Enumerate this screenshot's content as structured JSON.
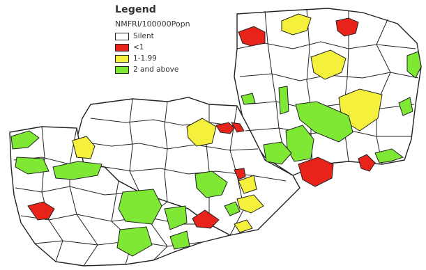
{
  "legend": {
    "title": "Legend",
    "subtitle": "NMFRI/100000Popn",
    "items": [
      {
        "label": "Silent",
        "color": "#ffffff"
      },
      {
        "label": "<1",
        "color": "#e8241a"
      },
      {
        "label": "1-1.99",
        "color": "#f4f03c"
      },
      {
        "label": "2 and above",
        "color": "#7fe835"
      }
    ]
  },
  "colors": {
    "border": "#222222",
    "silent": "#ffffff",
    "low": "#e8241a",
    "mid": "#f4f03c",
    "high": "#7fe835"
  }
}
